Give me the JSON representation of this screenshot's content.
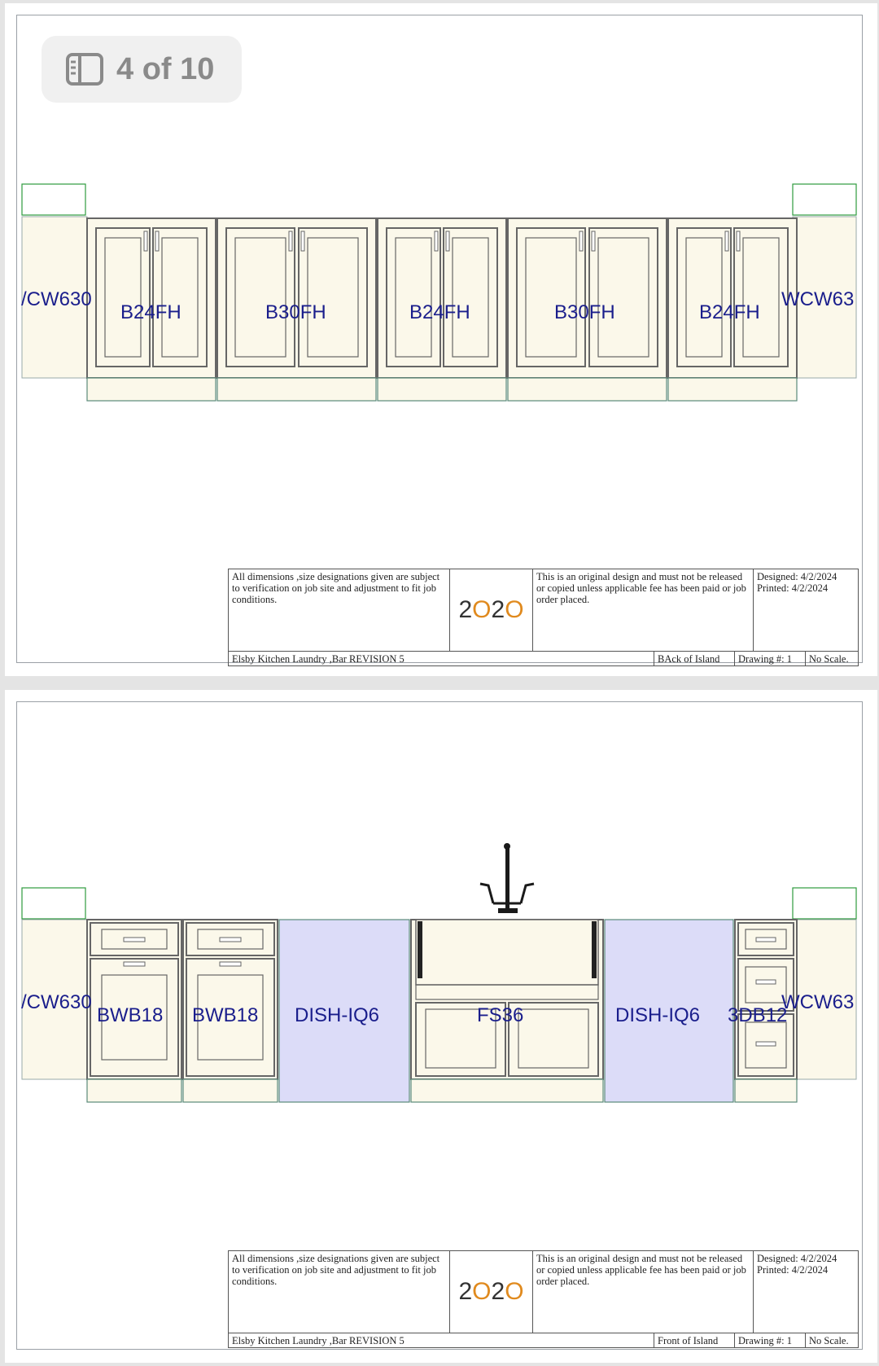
{
  "viewer": {
    "page_indicator": "4 of 10"
  },
  "sheets": [
    {
      "id": "back",
      "labels": {
        "left_wall": "/CW630",
        "right_wall": "WCW63",
        "cab1": "B24FH",
        "cab2": "B30FH",
        "cab3": "B24FH",
        "cab4": "B30FH",
        "cab5": "B24FH"
      },
      "title_block": {
        "disclaimer": "All dimensions ,size designations given are subject to verification on job site and adjustment to fit job conditions.",
        "logo_left": "2",
        "logo_o1": "O",
        "logo_mid": "2",
        "logo_o2": "O",
        "copyright": "This is an original design and must not be released or copied unless applicable fee has been paid or job order placed.",
        "designed": "Designed: 4/2/2024",
        "printed": "Printed: 4/2/2024",
        "project": "Elsby Kitchen  Laundry ,Bar  REVISION 5",
        "view": "BAck of Island",
        "drawing": "Drawing #: 1",
        "scale": "No Scale."
      }
    },
    {
      "id": "front",
      "labels": {
        "left_wall": "/CW630",
        "right_wall": "WCW63",
        "cab1": "BWB18",
        "cab2": "BWB18",
        "cab3": "DISH-IQ6",
        "cab4": "FS36",
        "cab5": "DISH-IQ6",
        "cab6": "3DB12"
      },
      "title_block": {
        "disclaimer": "All dimensions ,size designations given are subject to verification on job site and adjustment to fit job conditions.",
        "logo_left": "2",
        "logo_o1": "O",
        "logo_mid": "2",
        "logo_o2": "O",
        "copyright": "This is an original design and must not be released or copied unless applicable fee has been paid or job order placed.",
        "designed": "Designed: 4/2/2024",
        "printed": "Printed: 4/2/2024",
        "project": "Elsby Kitchen  Laundry ,Bar  REVISION 5",
        "view": "Front of Island",
        "drawing": "Drawing #: 1",
        "scale": "No Scale."
      }
    }
  ],
  "colors": {
    "label": "#1a1e8c",
    "cabinet_fill": "#fbf8ea",
    "dishwasher_fill": "#dcdcf8",
    "counter_green": "#2e9b3e",
    "logo_orange": "#e08a1e"
  }
}
